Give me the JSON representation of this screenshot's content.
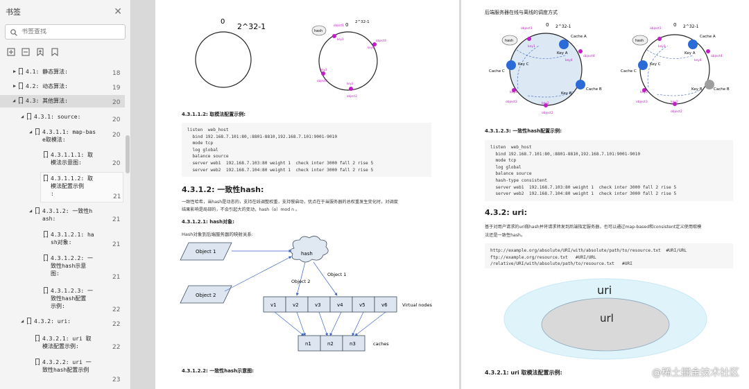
{
  "sidebar": {
    "title": "书签",
    "search_placeholder": "书签查找",
    "items": [
      {
        "label": "4.1: 静态算法:",
        "page": "18"
      },
      {
        "label": "4.2: 动态算法:",
        "page": "19"
      },
      {
        "label": "4.3: 其他算法:",
        "page": "20"
      },
      {
        "label": "4.3.1: source:",
        "page": "20"
      },
      {
        "label": "4.3.1.1: map-bas\ne取模法:",
        "page": "20"
      },
      {
        "label": "4.3.1.1.1: 取\n模法示意图:",
        "page": "20"
      },
      {
        "label": "4.3.1.1.2: 取\n模法配置示例\n:",
        "page": "21"
      },
      {
        "label": "4.3.1.2: 一致性h\nash:",
        "page": "21"
      },
      {
        "label": "4.3.1.2.1: ha\nsh对象:",
        "page": "21"
      },
      {
        "label": "4.3.1.2.2: 一\n致性hash示意\n图:",
        "page": "21"
      },
      {
        "label": "4.3.1.2.3: 一\n致性hash配置\n示例:",
        "page": "22"
      },
      {
        "label": "4.3.2: uri:",
        "page": "22"
      },
      {
        "label": "4.3.2.1: uri 取\n模法配置示例:",
        "page": "22"
      },
      {
        "label": "4.3.2.2: uri 一\n致性hash配置示例",
        "page": "23"
      }
    ]
  },
  "page1": {
    "ring_left": {
      "zero": "0",
      "max": "2^32-1"
    },
    "ring_right": {
      "hash": "hash",
      "zero": "0",
      "max": "2^32-1",
      "objects": [
        "object1",
        "object4",
        "object3",
        "object2",
        "key1",
        "key2",
        "key3",
        "key4"
      ]
    },
    "h_config": "4.3.1.1.2: 取模法配置示例:",
    "code1": "listen  web_host\n  bind 192.168.7.101:80,:8801-8810,192.168.7.101:9001-9010\n  mode tcp\n  log global\n  balance source\n  server web1  192.168.7.103:80 weight 1  check inter 3000 fall 2 rise 5\n  server web2  192.168.7.104:80 weight 1  check inter 3000 fall 2 rise 5",
    "h_hash": "4.3.1.2: 一致性hash:",
    "desc1": "一致性哈希，当hash是动态的，支持在线调整权重，支持慢启动，优点在于当服务器的总权重发生变化时，对调度",
    "desc2": "结果影响是局部的，不会引起大的变动，hash（o）mod n 。",
    "h_obj": "4.3.1.2.1: hash对象:",
    "obj_desc": "Hash对象到后端服务器的映射关系:",
    "diagram": {
      "object1": "Object 1",
      "object2": "Object 2",
      "cloud": "hash",
      "lbl_obj2": "Object 2",
      "lbl_obj1": "Object 1",
      "vnodes": [
        "v1",
        "v2",
        "v3",
        "v4",
        "v5",
        "v6"
      ],
      "vnodes_label": "Virtual nodes",
      "caches": [
        "n1",
        "n2",
        "n3"
      ],
      "caches_label": "caches"
    },
    "h_bottom": "4.3.1.2.2: 一致性hash示意图:"
  },
  "page2": {
    "top_text": "后端服务器在线与离线的调度方式",
    "rings": {
      "zero": "0",
      "max": "2^32-1",
      "hash": "hash",
      "cacheA": "Cache A",
      "cacheB": "Cache B",
      "cacheC": "Cache C",
      "keyA": "Key A",
      "keyB": "Key B",
      "keyC": "Key C",
      "object1": "object1",
      "object2": "object2",
      "object3": "object3",
      "object4": "object4",
      "key1": "key1",
      "key2": "key2",
      "key3": "key3",
      "key4": "key4"
    },
    "h_config": "4.3.1.2.3: 一致性hash配置示例:",
    "code2": "listen  web_host\n  bind 192.168.7.101:80,:8801-8810,192.168.7.101:9001-9010\n  mode tcp\n  log global\n  balance source\n  hash-type consistent\n  server web1  192.168.7.103:80 weight 1  check inter 3000 fall 2 rise 5\n  server web2  192.168.7.104:80 weight 1  check inter 3000 fall 2 rise 5",
    "h_uri": "4.3.2: uri:",
    "uri_desc1": "基于对用户请求的uri做hash并将请求转发到后端指定服务器，也可以通过map-based和consistent定义使用取模",
    "uri_desc2": "法还是一致性hash。",
    "code3": "http://example.org/absolute/URI/with/absolute/path/to/resource.txt  #URI/URL\nftp://example.org/resource.txt   #URI/URL\n/relative/URI/with/absolute/path/to/resource.txt   #URI",
    "ellipse_outer": "uri",
    "ellipse_inner": "url",
    "h_bottom": "4.3.2.1: uri 取模法配置示例:"
  },
  "watermark": "@稀土掘金技术社区"
}
